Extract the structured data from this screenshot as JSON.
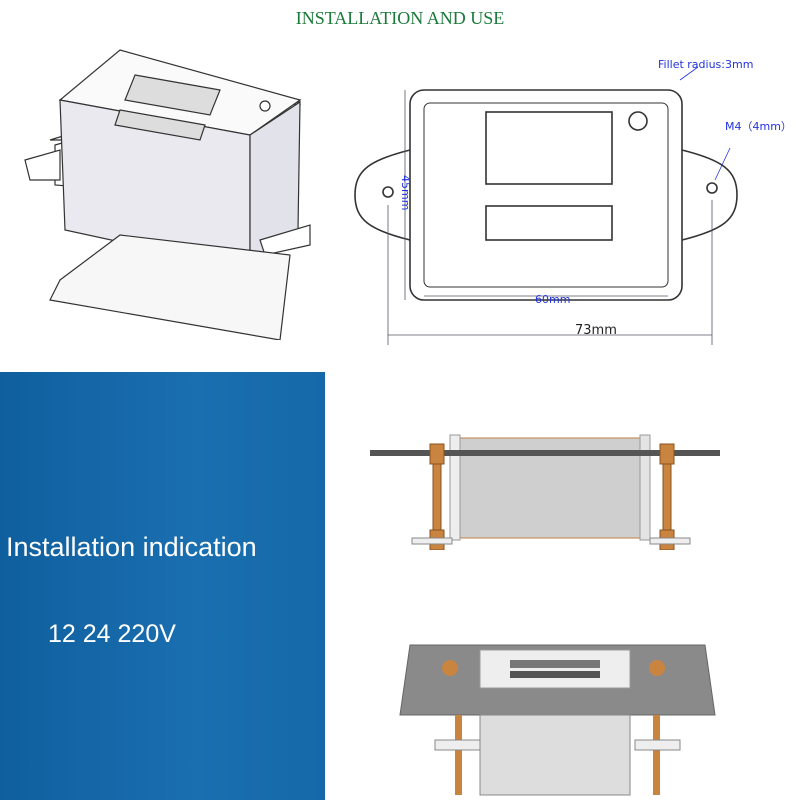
{
  "title": "INSTALLATION AND USE",
  "drawing": {
    "fillet_label": "Fillet radius:3mm",
    "hole_label": "M4（4mm）",
    "height_label": "45mm",
    "inner_width_label": "60mm",
    "outer_width_label": "73mm"
  },
  "panel": {
    "heading": "Installation indication",
    "voltages": "12 24 220V",
    "color": "#1466a6"
  }
}
